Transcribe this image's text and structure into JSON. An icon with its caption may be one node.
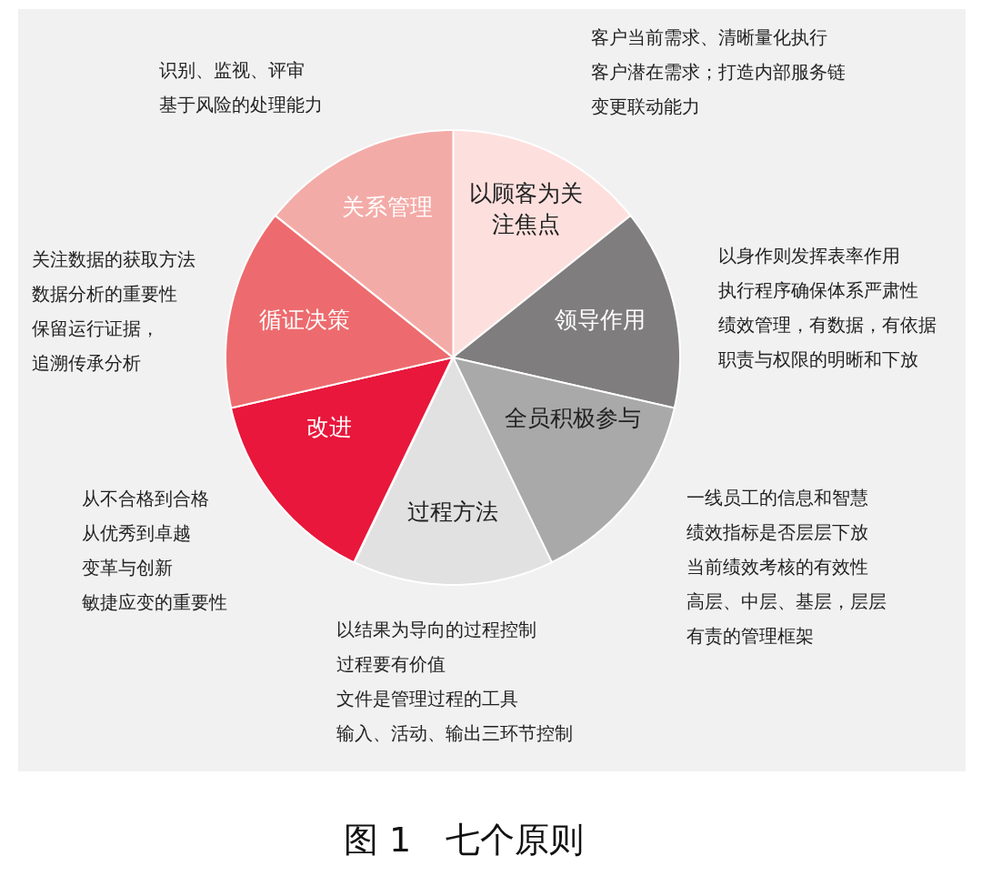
{
  "diagram": {
    "caption": "图 1　七个原则",
    "nodes": [
      {
        "text": [
          "以顾客为关注焦点"
        ],
        "beside": [
          "客户当前需求、清晰量化执行",
          "客户潜在需求；打造内部服务链",
          "变更联动能力"
        ]
      },
      {
        "text": [
          "领导作用"
        ],
        "beside": [
          "以身作则发挥表率作用",
          "执行程序确保体系严肃性",
          "绩效管理，有数据，有依据",
          "职责与权限的明晰和下放"
        ]
      },
      {
        "text": [
          "全员积极参与"
        ],
        "beside": [
          "一线员工的信息和智慧",
          "绩效指标是否层层下放",
          "当前绩效考核的有效性",
          "高层、中层、基层，层层",
          "有责的管理框架"
        ]
      },
      {
        "text": [
          "过程方法"
        ],
        "beside": [
          "以结果为导向的过程控制",
          "过程要有价值",
          "文件是管理过程的工具",
          "输入、活动、输出三环节控制"
        ]
      },
      {
        "text": [
          "改进"
        ],
        "beside": [
          "从不合格到合格",
          "从优秀到卓越",
          "变革与创新",
          "敏捷应变的重要性"
        ]
      },
      {
        "text": [
          "循证决策"
        ],
        "beside": [
          "关注数据的获取方法",
          "数据分析的重要性",
          "保留运行证据，",
          "追溯传承分析"
        ]
      },
      {
        "text": [
          "关系管理"
        ],
        "beside": [
          "识别、监视、评审",
          "基于风险的处理能力"
        ]
      }
    ]
  }
}
